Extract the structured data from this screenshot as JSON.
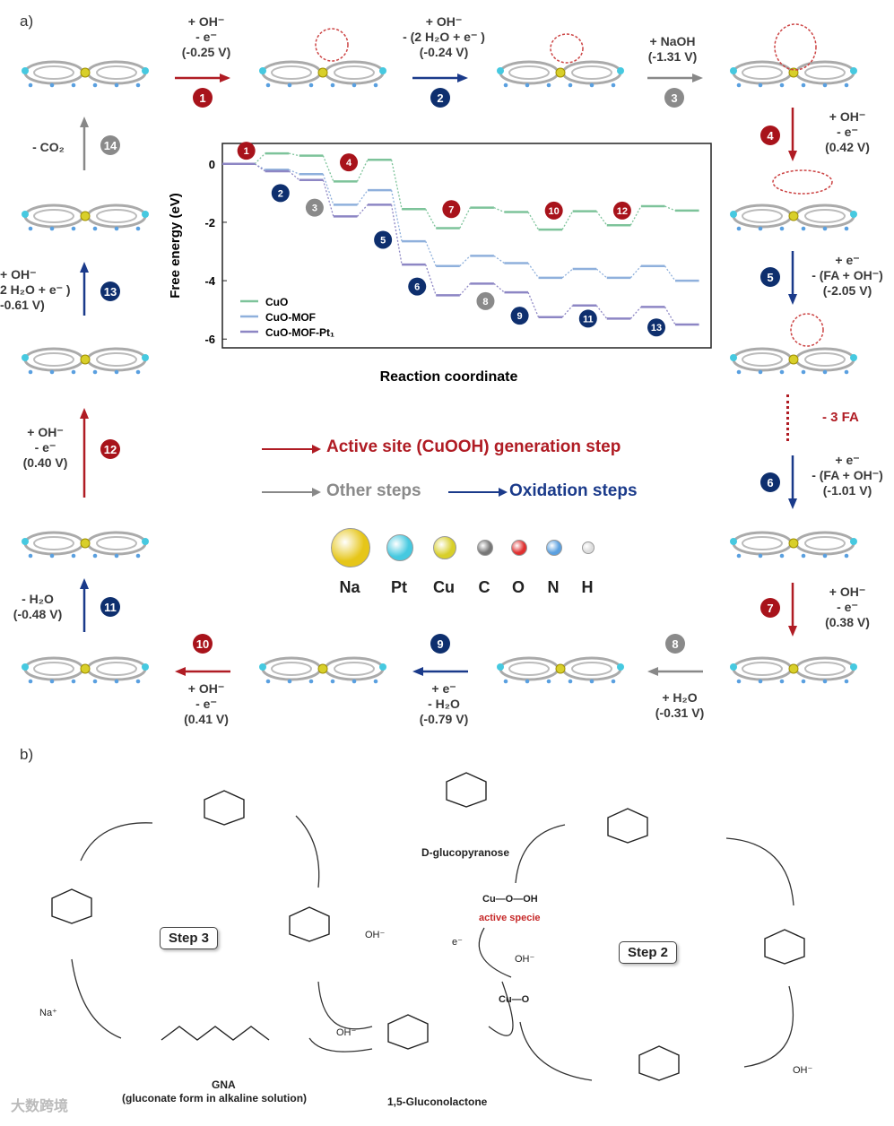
{
  "panel_a_label": "a)",
  "panel_b_label": "b)",
  "top_row": [
    {
      "badge": "1",
      "color": "red",
      "cond": [
        "+ OH⁻",
        "- e⁻",
        "(-0.25 V)"
      ]
    },
    {
      "badge": "2",
      "color": "blue",
      "cond": [
        "+ OH⁻",
        "- (2 H₂O + e⁻ )",
        "(-0.24 V)"
      ]
    },
    {
      "badge": "3",
      "color": "gray",
      "cond": [
        "+ NaOH",
        "(-1.31 V)"
      ]
    }
  ],
  "right_col": [
    {
      "badge": "4",
      "color": "red",
      "cond": [
        "+ OH⁻",
        "- e⁻",
        "(0.42 V)"
      ]
    },
    {
      "badge": "5",
      "color": "blue",
      "cond": [
        "+ e⁻",
        "- (FA + OH⁻)",
        "(-2.05 V)"
      ]
    },
    {
      "badge": "6",
      "color": "blue",
      "cond": [
        "+ e⁻",
        "- (FA + OH⁻)",
        "(-1.01 V)"
      ]
    },
    {
      "badge": "7",
      "color": "red",
      "cond": [
        "+ OH⁻",
        "- e⁻",
        "(0.38 V)"
      ]
    }
  ],
  "minus_3fa": "- 3 FA",
  "bottom_row": [
    {
      "badge": "8",
      "color": "gray",
      "cond": [
        "+ H₂O",
        "(-0.31 V)"
      ]
    },
    {
      "badge": "9",
      "color": "blue",
      "cond": [
        "+ e⁻",
        "- H₂O",
        "(-0.79 V)"
      ]
    },
    {
      "badge": "10",
      "color": "red",
      "cond": [
        "+ OH⁻",
        "- e⁻",
        "(0.41 V)"
      ]
    }
  ],
  "left_col": [
    {
      "badge": "11",
      "color": "blue",
      "cond": [
        "- H₂O",
        "(-0.48 V)"
      ]
    },
    {
      "badge": "12",
      "color": "red",
      "cond": [
        "+ OH⁻",
        "- e⁻",
        "(0.40 V)"
      ]
    },
    {
      "badge": "13",
      "color": "blue",
      "cond": [
        "+ OH⁻",
        "2 H₂O + e⁻ )",
        "-0.61 V)"
      ]
    },
    {
      "badge": "14",
      "color": "gray",
      "cond": [
        "- CO₂"
      ]
    }
  ],
  "legend": {
    "active": "Active site (CuOOH) generation step",
    "other": "Other steps",
    "oxidation": "Oxidation steps",
    "colors": {
      "red": "#b01c24",
      "gray": "#888888",
      "blue": "#1a3a8a"
    }
  },
  "elements": [
    {
      "symbol": "Na",
      "color": "#e6c619"
    },
    {
      "symbol": "Pt",
      "color": "#46c9e0"
    },
    {
      "symbol": "Cu",
      "color": "#d8cf2a"
    },
    {
      "symbol": "C",
      "color": "#777777"
    },
    {
      "symbol": "O",
      "color": "#e03030"
    },
    {
      "symbol": "N",
      "color": "#5aa0e0"
    },
    {
      "symbol": "H",
      "color": "#dddddd"
    }
  ],
  "chart_data": {
    "type": "line",
    "xlabel": "Reaction coordinate",
    "ylabel": "Free energy (eV)",
    "ylim": [
      -6.3,
      0.7
    ],
    "yticks": [
      0,
      -2,
      -4,
      -6
    ],
    "legend_position": "bottom-left",
    "series": [
      {
        "name": "CuO",
        "color": "#7dc39a",
        "levels": [
          0,
          0.36,
          0.28,
          -0.6,
          0.14,
          -1.55,
          -2.2,
          -1.5,
          -1.65,
          -2.25,
          -1.62,
          -2.1,
          -1.45,
          -1.6
        ]
      },
      {
        "name": "CuO-MOF",
        "color": "#8fb0dc",
        "levels": [
          0,
          -0.2,
          -0.35,
          -1.4,
          -0.9,
          -2.65,
          -3.5,
          -3.15,
          -3.4,
          -3.9,
          -3.6,
          -3.9,
          -3.5,
          -4.0
        ]
      },
      {
        "name": "CuO-MOF-Pt₁",
        "color": "#8d86c4",
        "levels": [
          0,
          -0.25,
          -0.55,
          -1.8,
          -1.4,
          -3.45,
          -4.5,
          -4.1,
          -4.4,
          -5.25,
          -4.85,
          -5.3,
          -4.9,
          -5.5
        ]
      }
    ],
    "step_badges": [
      {
        "n": "1",
        "color": "red"
      },
      {
        "n": "2",
        "color": "blue"
      },
      {
        "n": "3",
        "color": "gray"
      },
      {
        "n": "4",
        "color": "red"
      },
      {
        "n": "5",
        "color": "blue"
      },
      {
        "n": "6",
        "color": "blue"
      },
      {
        "n": "7",
        "color": "red"
      },
      {
        "n": "8",
        "color": "gray"
      },
      {
        "n": "9",
        "color": "blue"
      },
      {
        "n": "10",
        "color": "red"
      },
      {
        "n": "11",
        "color": "blue"
      },
      {
        "n": "12",
        "color": "red"
      },
      {
        "n": "13",
        "color": "blue"
      }
    ]
  },
  "panel_b": {
    "step3": "Step 3",
    "step2": "Step 2",
    "d_glucopyranose": "D-glucopyranose",
    "cu_o_oh": "Cu—O—OH",
    "active_specie": "active specie",
    "gluconolactone": "1,5-Gluconolactone",
    "gna": "GNA",
    "gna_sub": "(gluconate form in alkaline solution)",
    "na_plus": "Na⁺",
    "oh_minus": "OH⁻",
    "e_minus": "e⁻",
    "cu_o": "Cu—O",
    "watermark": "大数跨境"
  }
}
